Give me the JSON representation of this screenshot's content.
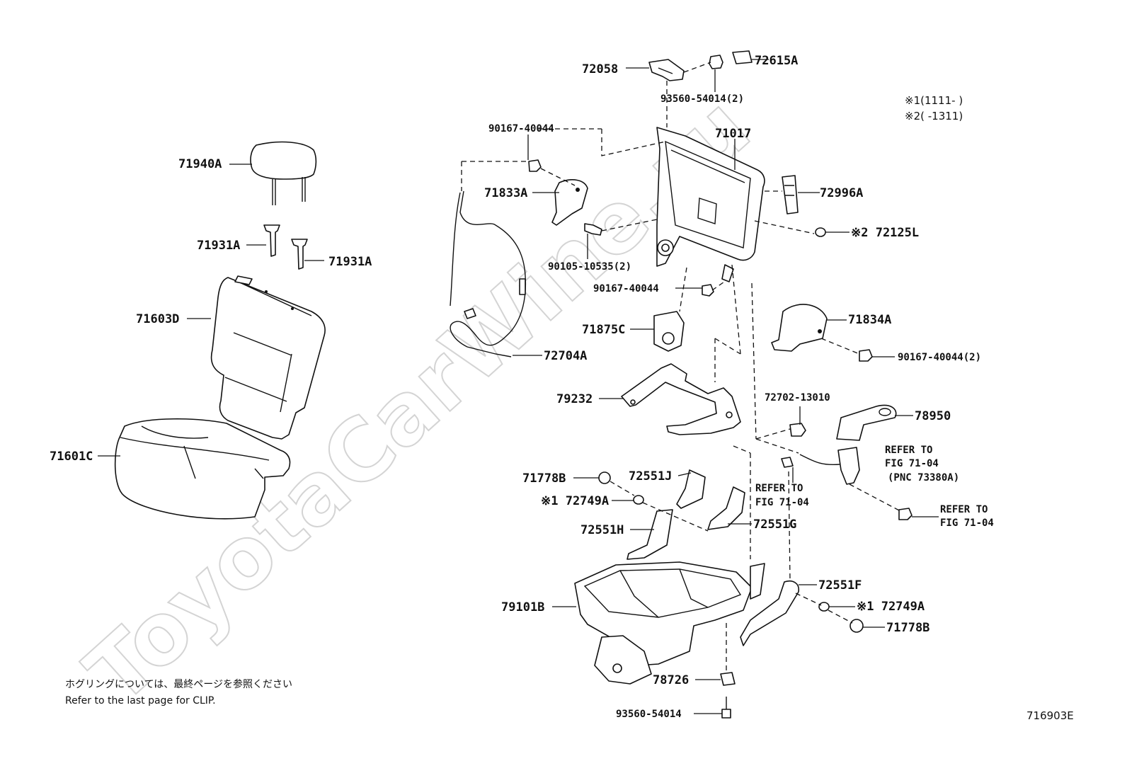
{
  "watermark": "ToyotaCarWine.ru",
  "figure_id": "716903E",
  "notes": {
    "clip_jp": "ホグリングについては、最終ページを参照ください",
    "clip_en": "Refer to the last page for CLIP.",
    "legend_1": "※1(1111-      )",
    "legend_2": "※2(      -1311)"
  },
  "labels": {
    "p72058": "72058",
    "p72615A": "72615A",
    "p93560_54014_2": "93560-54014(2)",
    "p90167_40044_top": "90167-40044",
    "p71017": "71017",
    "p71940A": "71940A",
    "p71833A": "71833A",
    "p72996A": "72996A",
    "p72125L": "※2 72125L",
    "p71931A_left": "71931A",
    "p71931A_right": "71931A",
    "p90105_10535": "90105-10535(2)",
    "p90167_40044_mid": "90167-40044",
    "p71603D": "71603D",
    "p71834A": "71834A",
    "p71875C": "71875C",
    "p90167_40044_2": "90167-40044(2)",
    "p72704A": "72704A",
    "p79232": "79232",
    "p72702_13010": "72702-13010",
    "p78950": "78950",
    "p71601C": "71601C",
    "p71778B_left": "71778B",
    "p72551J": "72551J",
    "p72749A_left": "※1 72749A",
    "p72551H": "72551H",
    "p72551G": "72551G",
    "p72551F": "72551F",
    "p79101B": "79101B",
    "p72749A_right": "※1 72749A",
    "p71778B_right": "71778B",
    "p78726": "78726",
    "p93560_54014": "93560-54014"
  },
  "refer": {
    "r1_line1": "REFER TO",
    "r1_line2": "FIG 71-04",
    "r1_line3": "(PNC 73380A)",
    "r2_line1": "REFER TO",
    "r2_line2": "FIG 71-04",
    "r3_line1": "REFER TO",
    "r3_line2": "FIG 71-04"
  }
}
